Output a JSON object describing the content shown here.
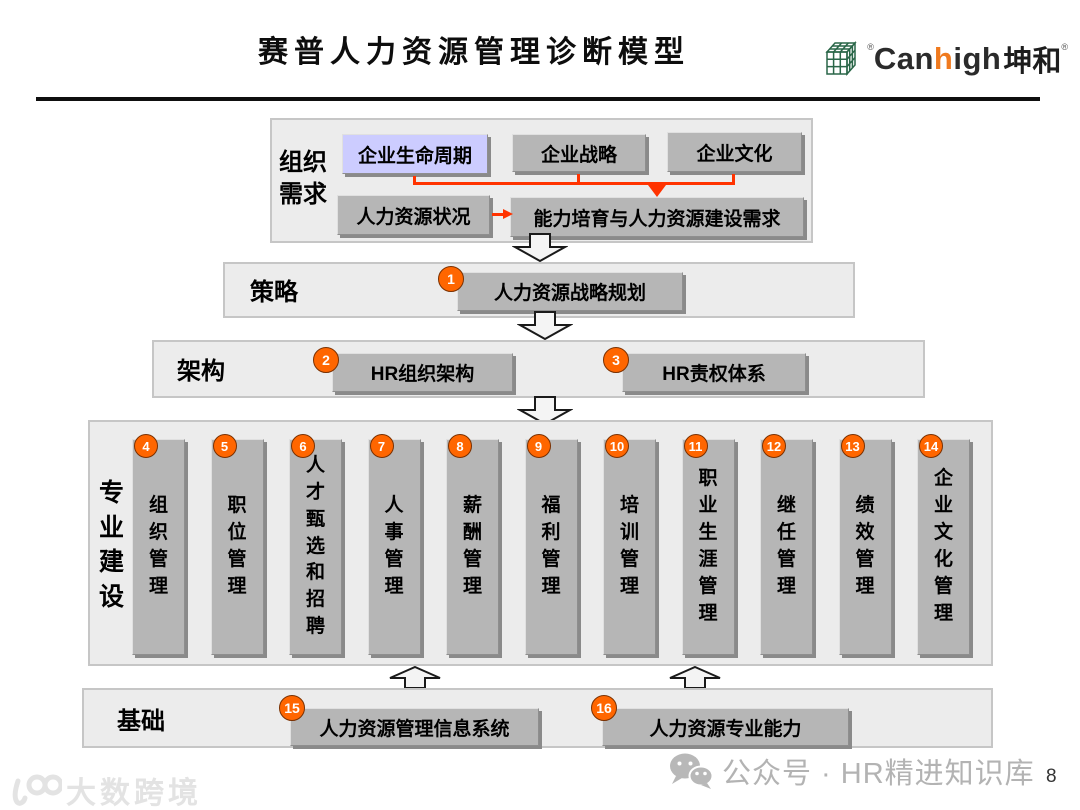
{
  "header": {
    "title": "赛普人力资源管理诊断模型",
    "logo": {
      "brand_pre": "Can",
      "brand_accent": "h",
      "brand_post": "igh",
      "brand_cn": "坤和",
      "registered": "®"
    }
  },
  "model": {
    "org_needs": {
      "label": "组织需求",
      "lifecycle": "企业生命周期",
      "strategy": "企业战略",
      "culture": "企业文化",
      "hr_status": "人力资源状况",
      "capability_need": "能力培育与人力资源建设需求"
    },
    "strategy": {
      "label": "策略",
      "item": {
        "num": "1",
        "label": "人力资源战略规划"
      }
    },
    "framework": {
      "label": "架构",
      "items": [
        {
          "num": "2",
          "label": "HR组织架构"
        },
        {
          "num": "3",
          "label": "HR责权体系"
        }
      ]
    },
    "professional": {
      "label": "专业建设",
      "columns": [
        {
          "num": "4",
          "label": "组织管理"
        },
        {
          "num": "5",
          "label": "职位管理"
        },
        {
          "num": "6",
          "label": "人才甄选和招聘"
        },
        {
          "num": "7",
          "label": "人事管理"
        },
        {
          "num": "8",
          "label": "薪酬管理"
        },
        {
          "num": "9",
          "label": "福利管理"
        },
        {
          "num": "10",
          "label": "培训管理"
        },
        {
          "num": "11",
          "label": "职业生涯管理"
        },
        {
          "num": "12",
          "label": "继任管理"
        },
        {
          "num": "13",
          "label": "绩效管理"
        },
        {
          "num": "14",
          "label": "企业文化管理"
        }
      ]
    },
    "foundation": {
      "label": "基础",
      "items": [
        {
          "num": "15",
          "label": "人力资源管理信息系统"
        },
        {
          "num": "16",
          "label": "人力资源专业能力"
        }
      ]
    }
  },
  "footer": {
    "watermark": "大数跨境",
    "wechat_account": "公众号 · HR精进知识库",
    "page_number": "8"
  },
  "icons": {
    "logo_cube": "cube-grid-icon",
    "wechat": "wechat-chat-bubbles-icon",
    "watermark_logo": "100-glasses-icon",
    "flow_down": "hollow-down-arrow",
    "flow_up": "hollow-up-arrow"
  },
  "colors": {
    "badge": "#ff6600",
    "connector": "#ff3300",
    "box_gray": "#b6b6b6",
    "highlight_box": "#ccccff",
    "section_bg": "#ececec",
    "logo_accent": "#f07a1e",
    "logo_green": "#2a6648"
  }
}
